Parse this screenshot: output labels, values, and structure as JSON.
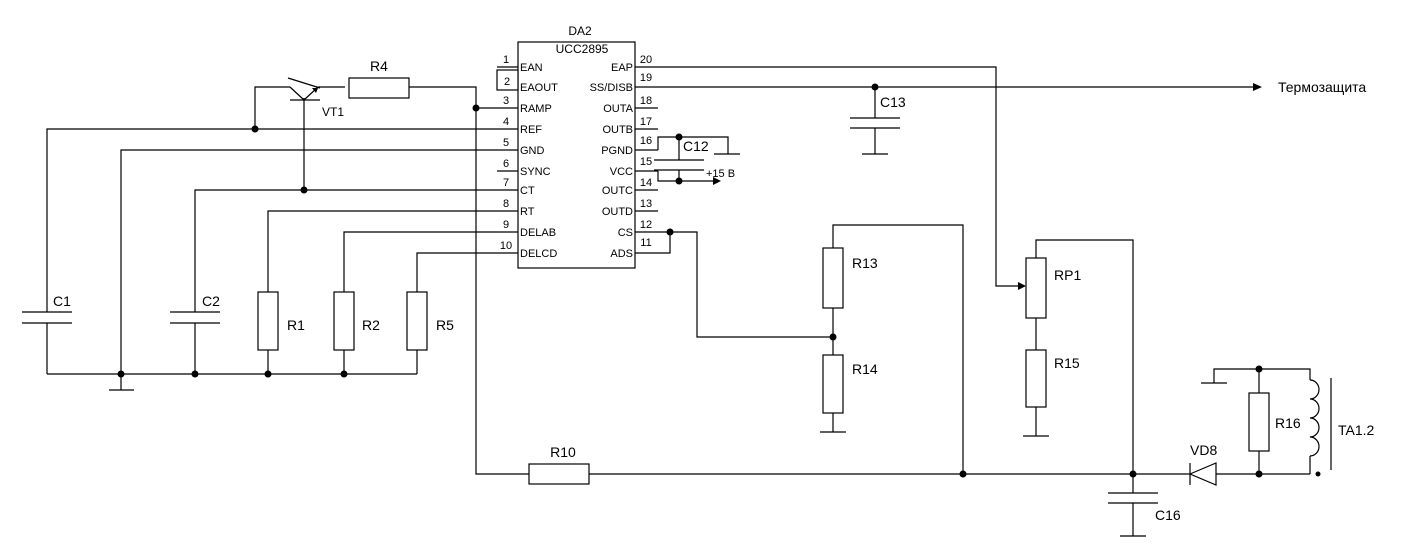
{
  "ic": {
    "ref": "DA2",
    "part": "UCC2895",
    "pins_left": [
      {
        "num": "1",
        "name": "EAN"
      },
      {
        "num": "2",
        "name": "EAOUT"
      },
      {
        "num": "3",
        "name": "RAMP"
      },
      {
        "num": "4",
        "name": "REF"
      },
      {
        "num": "5",
        "name": "GND"
      },
      {
        "num": "6",
        "name": "SYNC"
      },
      {
        "num": "7",
        "name": "CT"
      },
      {
        "num": "8",
        "name": "RT"
      },
      {
        "num": "9",
        "name": "DELAB"
      },
      {
        "num": "10",
        "name": "DELCD"
      }
    ],
    "pins_right": [
      {
        "num": "20",
        "name": "EAP"
      },
      {
        "num": "19",
        "name": "SS/DISB"
      },
      {
        "num": "18",
        "name": "OUTA"
      },
      {
        "num": "17",
        "name": "OUTB"
      },
      {
        "num": "16",
        "name": "PGND"
      },
      {
        "num": "15",
        "name": "VCC"
      },
      {
        "num": "14",
        "name": "OUTC"
      },
      {
        "num": "13",
        "name": "OUTD"
      },
      {
        "num": "12",
        "name": "CS"
      },
      {
        "num": "11",
        "name": "ADS"
      }
    ]
  },
  "components": {
    "C1": "C1",
    "C2": "C2",
    "C12": "C12",
    "C13": "C13",
    "C16": "C16",
    "R1": "R1",
    "R2": "R2",
    "R4": "R4",
    "R5": "R5",
    "R10": "R10",
    "R13": "R13",
    "R14": "R14",
    "R15": "R15",
    "R16": "R16",
    "RP1": "RP1",
    "VT1": "VT1",
    "VD8": "VD8",
    "TA": "TA1.2"
  },
  "nets": {
    "vcc": "+15 B",
    "thermal": "Термозащита"
  }
}
